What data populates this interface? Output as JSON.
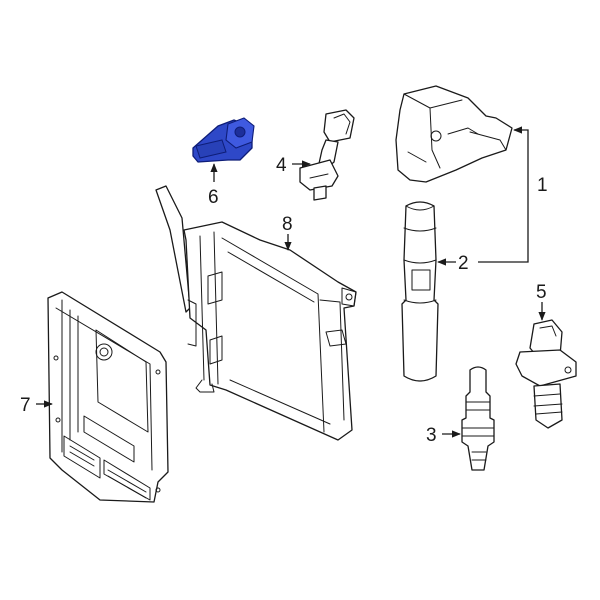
{
  "colors": {
    "highlight_fill": "#2e48c8",
    "highlight_stroke": "#0e1d78",
    "line": "#1a1a1a",
    "background": "#ffffff"
  },
  "callouts": {
    "c1": "1",
    "c2": "2",
    "c3": "3",
    "c4": "4",
    "c5": "5",
    "c6": "6",
    "c7": "7",
    "c8": "8"
  },
  "highlighted_part": "6"
}
